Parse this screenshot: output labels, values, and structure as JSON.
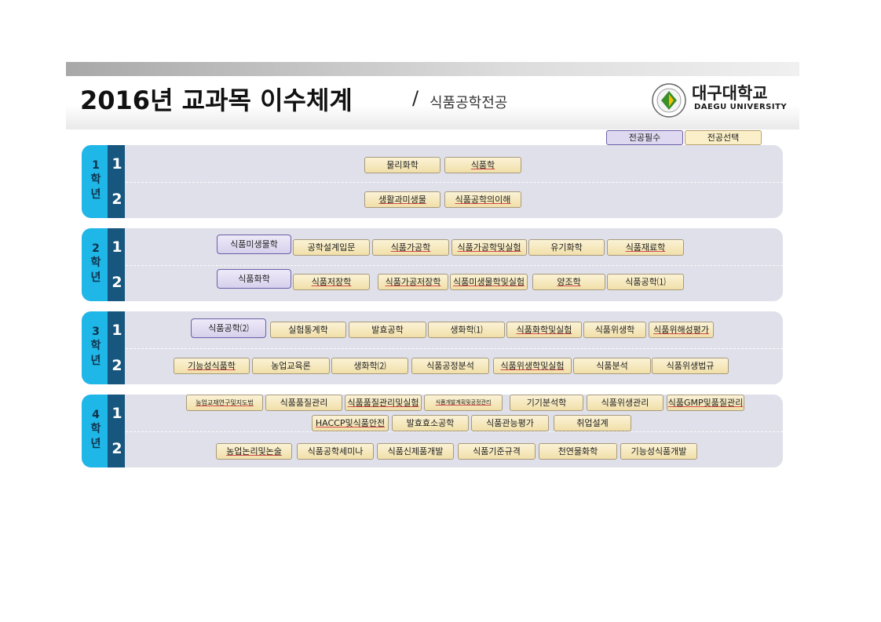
{
  "header": {
    "title": "2016년 교과목 이수체계",
    "separator": "/",
    "subtitle": "식품공학전공",
    "logo_korean": "대구대학교",
    "logo_english": "DAEGU UNIVERSITY",
    "logo_icon": "university-emblem-icon"
  },
  "legend": {
    "required": "전공필수",
    "elective": "전공선택"
  },
  "colors": {
    "year_tab": "#1fb6e8",
    "semester_tab": "#17567e",
    "panel": "#dfe0ea",
    "required_fill": "#d6d0ec",
    "required_border": "#6a5fa6",
    "elective_fill": "#f1dfa9"
  },
  "years": [
    {
      "num": "1",
      "char1": "학",
      "char2": "년",
      "sem1": "1",
      "sem2": "2",
      "courses": [
        "물리화학",
        "식품학",
        "생활과미생물",
        "식품공학의이해"
      ]
    },
    {
      "num": "2",
      "char1": "학",
      "char2": "년",
      "sem1": "1",
      "sem2": "2",
      "courses": [
        "식품미생물학",
        "공학설계입문",
        "식품가공학",
        "식품가공학및실험",
        "유기화학",
        "식품재료학",
        "식품화학",
        "식품저장학",
        "식품가공저장학",
        "식품미생물학및실험",
        "양조학",
        "식품공학⑴"
      ]
    },
    {
      "num": "3",
      "char1": "학",
      "char2": "년",
      "sem1": "1",
      "sem2": "2",
      "courses": [
        "식품공학⑵",
        "실험통계학",
        "발효공학",
        "생화학⑴",
        "식품화학및실험",
        "식품위생학",
        "식품위해성평가",
        "기능성식품학",
        "농업교육론",
        "생화학⑵",
        "식품공정분석",
        "식품위생학및실험",
        "식품분석",
        "식품위생법규"
      ]
    },
    {
      "num": "4",
      "char1": "학",
      "char2": "년",
      "sem1": "1",
      "sem2": "2",
      "courses": [
        "농업교재연구및지도법",
        "식품품질관리",
        "식품품질관리및실험",
        "식품개발계획및공정관리",
        "기기분석학",
        "식품위생관리",
        "식품GMP및품질관리",
        "HACCP및식품안전",
        "발효효소공학",
        "식품관능평가",
        "취업설계",
        "농업논리및논술",
        "식품공학세미나",
        "식품신제품개발",
        "식품기준규격",
        "천연물화학",
        "기능성식품개발"
      ]
    }
  ]
}
